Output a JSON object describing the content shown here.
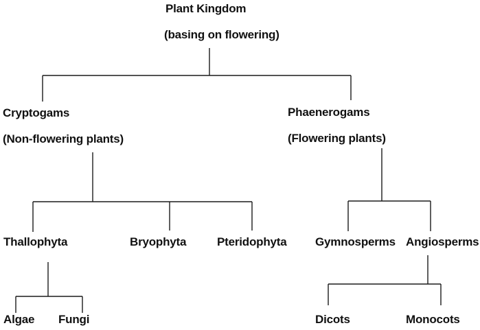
{
  "diagram": {
    "type": "tree",
    "title": "Plant Kingdom classification",
    "line_color": "#1a1a1a",
    "text_color": "#111111",
    "root": {
      "id": "plant-kingdom",
      "label": "Plant Kingdom",
      "sublabel": "(basing on flowering)"
    },
    "nodes": {
      "cryptogams": {
        "label": "Cryptogams",
        "sublabel": "(Non-flowering plants)",
        "parent": "plant-kingdom"
      },
      "phaenerogams": {
        "label": "Phaenerogams",
        "sublabel": "(Flowering plants)",
        "parent": "plant-kingdom"
      },
      "thallophyta": {
        "label": "Thallophyta",
        "parent": "cryptogams"
      },
      "bryophyta": {
        "label": "Bryophyta",
        "parent": "cryptogams"
      },
      "pteridophyta": {
        "label": "Pteridophyta",
        "parent": "cryptogams"
      },
      "gymnosperms": {
        "label": "Gymnosperms",
        "parent": "phaenerogams"
      },
      "angiosperms": {
        "label": "Angiosperms",
        "parent": "phaenerogams"
      },
      "algae": {
        "label": "Algae",
        "parent": "thallophyta"
      },
      "fungi": {
        "label": "Fungi",
        "parent": "thallophyta"
      },
      "dicots": {
        "label": "Dicots",
        "parent": "angiosperms"
      },
      "monocots": {
        "label": "Monocots",
        "parent": "angiosperms"
      }
    },
    "edges": [
      {
        "from": "plant-kingdom",
        "to": [
          "cryptogams",
          "phaenerogams"
        ]
      },
      {
        "from": "cryptogams",
        "to": [
          "thallophyta",
          "bryophyta",
          "pteridophyta"
        ]
      },
      {
        "from": "phaenerogams",
        "to": [
          "gymnosperms",
          "angiosperms"
        ]
      },
      {
        "from": "thallophyta",
        "to": [
          "algae",
          "fungi"
        ]
      },
      {
        "from": "angiosperms",
        "to": [
          "dicots",
          "monocots"
        ]
      }
    ]
  }
}
